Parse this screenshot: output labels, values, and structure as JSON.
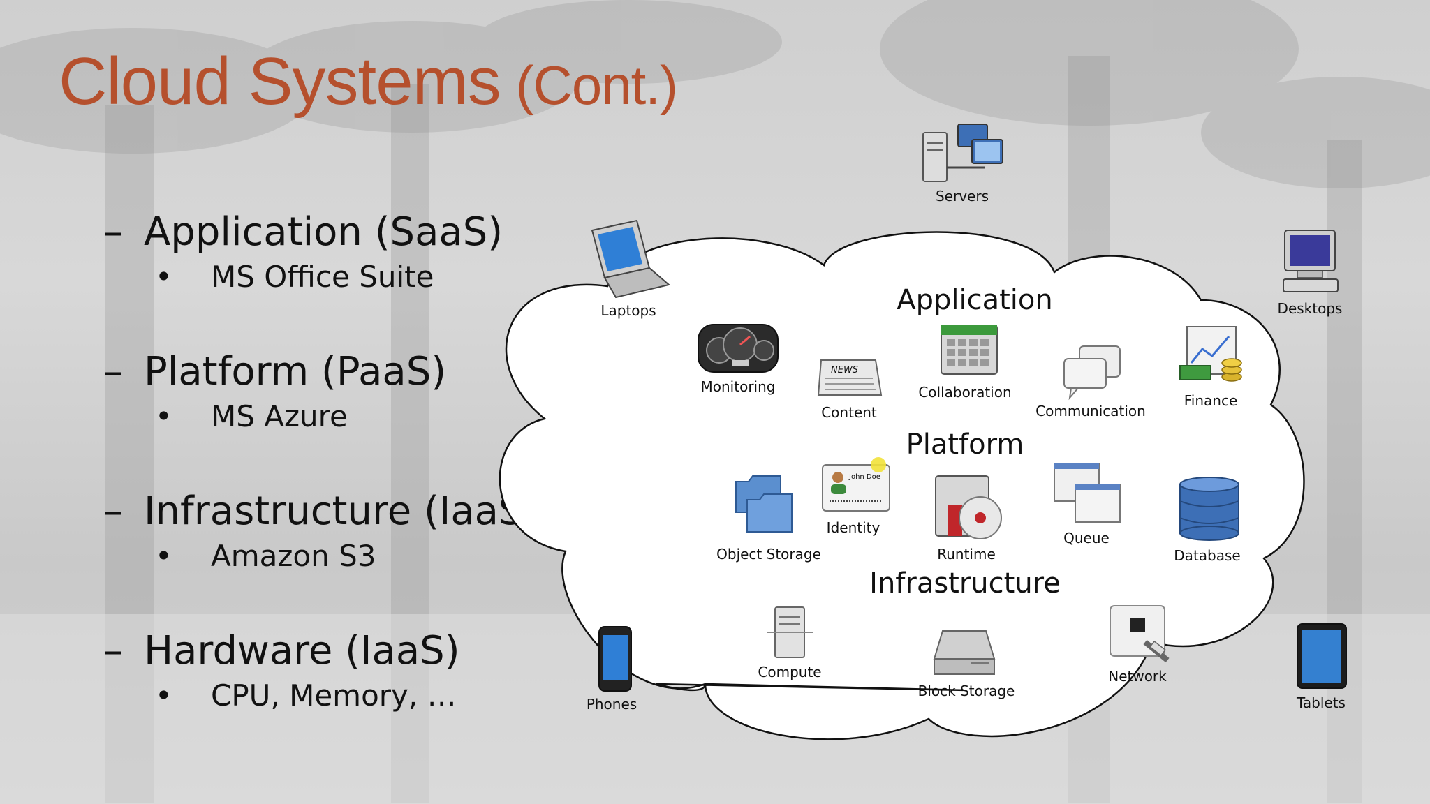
{
  "title": {
    "main": "Cloud Systems",
    "suffix": "(Cont.)"
  },
  "bullets": [
    {
      "label": "Application (SaaS)",
      "sub": "MS Office Suite"
    },
    {
      "label": "Platform (PaaS)",
      "sub": "MS Azure"
    },
    {
      "label": "Infrastructure (IaaS)",
      "sub": "Amazon S3"
    },
    {
      "label": "Hardware (IaaS)",
      "sub": "CPU, Memory, …"
    }
  ],
  "bullet_marks": {
    "dash": "–",
    "dot": "•"
  },
  "diagram": {
    "devices": {
      "servers": "Servers",
      "laptops": "Laptops",
      "desktops": "Desktops",
      "phones": "Phones",
      "tablets": "Tablets"
    },
    "sections": {
      "application": "Application",
      "platform": "Platform",
      "infrastructure": "Infrastructure"
    },
    "application_items": {
      "monitoring": "Monitoring",
      "content": "Content",
      "collaboration": "Collaboration",
      "communication": "Communication",
      "finance": "Finance"
    },
    "platform_items": {
      "object_storage": "Object Storage",
      "identity": "Identity",
      "runtime": "Runtime",
      "queue": "Queue",
      "database": "Database"
    },
    "infrastructure_items": {
      "compute": "Compute",
      "block_storage": "Block Storage",
      "network": "Network"
    },
    "icon_text": {
      "news": "NEWS",
      "john_doe": "John Doe"
    }
  },
  "colors": {
    "title": "#b5502d",
    "text": "#111111",
    "cloud_fill": "#ffffff"
  }
}
